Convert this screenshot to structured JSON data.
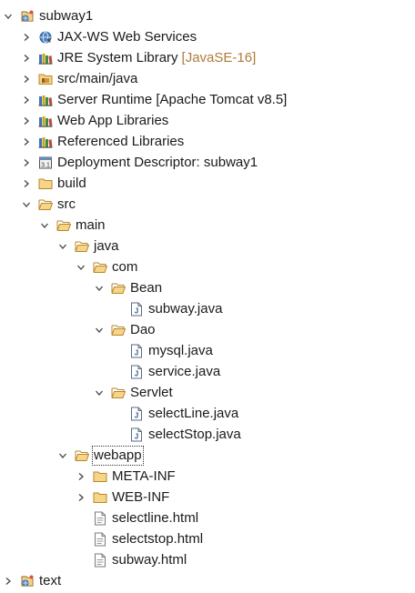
{
  "tree": {
    "nodes": [
      {
        "label": "subway1",
        "icon": "web-project-icon",
        "expanded": true,
        "has_children": true
      },
      {
        "label": "JAX-WS Web Services",
        "icon": "web-services-icon",
        "expanded": false,
        "has_children": true
      },
      {
        "label": "JRE System Library",
        "decoration": "[JavaSE-16]",
        "icon": "library-icon",
        "expanded": false,
        "has_children": true
      },
      {
        "label": "src/main/java",
        "icon": "source-folder-icon",
        "expanded": false,
        "has_children": true
      },
      {
        "label": "Server Runtime [Apache Tomcat v8.5]",
        "icon": "library-icon",
        "expanded": false,
        "has_children": true
      },
      {
        "label": "Web App Libraries",
        "icon": "library-icon",
        "expanded": false,
        "has_children": true
      },
      {
        "label": "Referenced Libraries",
        "icon": "library-icon",
        "expanded": false,
        "has_children": true
      },
      {
        "label": "Deployment Descriptor: subway1",
        "icon": "deployment-descriptor-icon",
        "expanded": false,
        "has_children": true
      },
      {
        "label": "build",
        "icon": "folder-icon",
        "expanded": false,
        "has_children": true
      },
      {
        "label": "src",
        "icon": "folder-open-icon",
        "expanded": true,
        "has_children": true
      },
      {
        "label": "main",
        "icon": "folder-open-icon",
        "expanded": true,
        "has_children": true
      },
      {
        "label": "java",
        "icon": "folder-open-icon",
        "expanded": true,
        "has_children": true
      },
      {
        "label": "com",
        "icon": "folder-open-icon",
        "expanded": true,
        "has_children": true
      },
      {
        "label": "Bean",
        "icon": "folder-open-icon",
        "expanded": true,
        "has_children": true
      },
      {
        "label": "subway.java",
        "icon": "java-file-icon",
        "expanded": false,
        "has_children": false
      },
      {
        "label": "Dao",
        "icon": "folder-open-icon",
        "expanded": true,
        "has_children": true
      },
      {
        "label": "mysql.java",
        "icon": "java-file-icon",
        "expanded": false,
        "has_children": false
      },
      {
        "label": "service.java",
        "icon": "java-file-icon",
        "expanded": false,
        "has_children": false
      },
      {
        "label": "Servlet",
        "icon": "folder-open-icon",
        "expanded": true,
        "has_children": true
      },
      {
        "label": "selectLine.java",
        "icon": "java-file-icon",
        "expanded": false,
        "has_children": false
      },
      {
        "label": "selectStop.java",
        "icon": "java-file-icon",
        "expanded": false,
        "has_children": false
      },
      {
        "label": "webapp",
        "icon": "folder-open-icon",
        "expanded": true,
        "has_children": true,
        "selected": true
      },
      {
        "label": "META-INF",
        "icon": "folder-icon",
        "expanded": false,
        "has_children": true
      },
      {
        "label": "WEB-INF",
        "icon": "folder-icon",
        "expanded": false,
        "has_children": true
      },
      {
        "label": "selectline.html",
        "icon": "html-file-icon",
        "expanded": false,
        "has_children": false
      },
      {
        "label": "selectstop.html",
        "icon": "html-file-icon",
        "expanded": false,
        "has_children": false
      },
      {
        "label": "subway.html",
        "icon": "html-file-icon",
        "expanded": false,
        "has_children": false
      },
      {
        "label": "text",
        "icon": "web-project-icon",
        "expanded": false,
        "has_children": true
      }
    ]
  },
  "colors": {
    "decoration": "#b07a3b",
    "folder": "#e8b04a",
    "chevron": "#444444"
  }
}
